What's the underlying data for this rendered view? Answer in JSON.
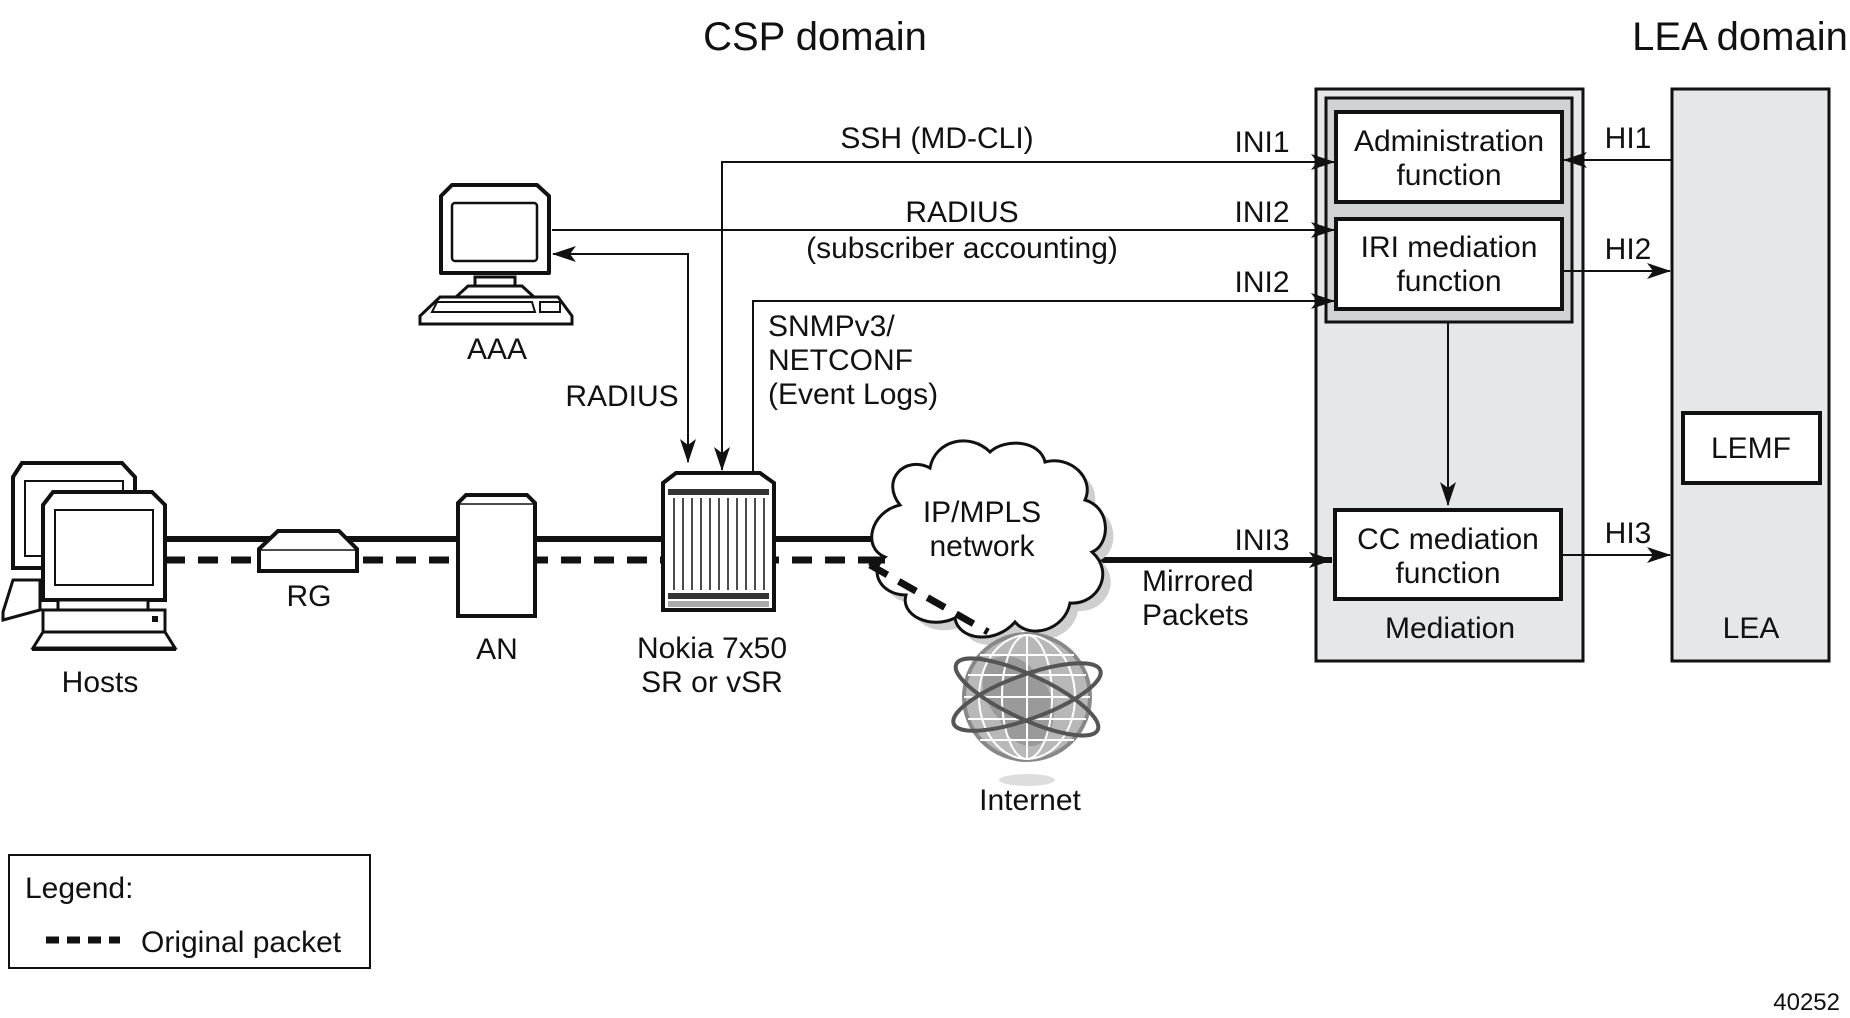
{
  "domains": {
    "csp": "CSP domain",
    "lea": "LEA domain"
  },
  "nodes": {
    "hosts": "Hosts",
    "rg": "RG",
    "an": "AN",
    "router_line1": "Nokia 7x50",
    "router_line2": "SR or vSR",
    "aaa": "AAA",
    "cloud_line1": "IP/MPLS",
    "cloud_line2": "network",
    "internet": "Internet"
  },
  "mediation": {
    "label": "Mediation",
    "admin_line1": "Administration",
    "admin_line2": "function",
    "iri_line1": "IRI mediation",
    "iri_line2": "function",
    "cc_line1": "CC mediation",
    "cc_line2": "function"
  },
  "lea": {
    "label": "LEA",
    "lemf": "LEMF"
  },
  "links": {
    "ssh": "SSH (MD-CLI)",
    "radius_line1": "RADIUS",
    "radius_line2": "(subscriber accounting)",
    "radius_aaa": "RADIUS",
    "snmp_line1": "SNMPv3/",
    "snmp_line2": "NETCONF",
    "snmp_line3": "(Event Logs)",
    "mirrored_line1": "Mirrored",
    "mirrored_line2": "Packets",
    "ini1": "INI1",
    "ini2_a": "INI2",
    "ini2_b": "INI2",
    "ini3": "INI3",
    "hi1": "HI1",
    "hi2": "HI2",
    "hi3": "HI3"
  },
  "legend": {
    "title": "Legend:",
    "items": [
      {
        "label": "Original packet",
        "style": "dashed"
      }
    ]
  },
  "figure_id": "40252",
  "colors": {
    "box_fill": "#e6e7e8",
    "inner_fill": "#d1d2d4",
    "stroke": "#111111"
  }
}
